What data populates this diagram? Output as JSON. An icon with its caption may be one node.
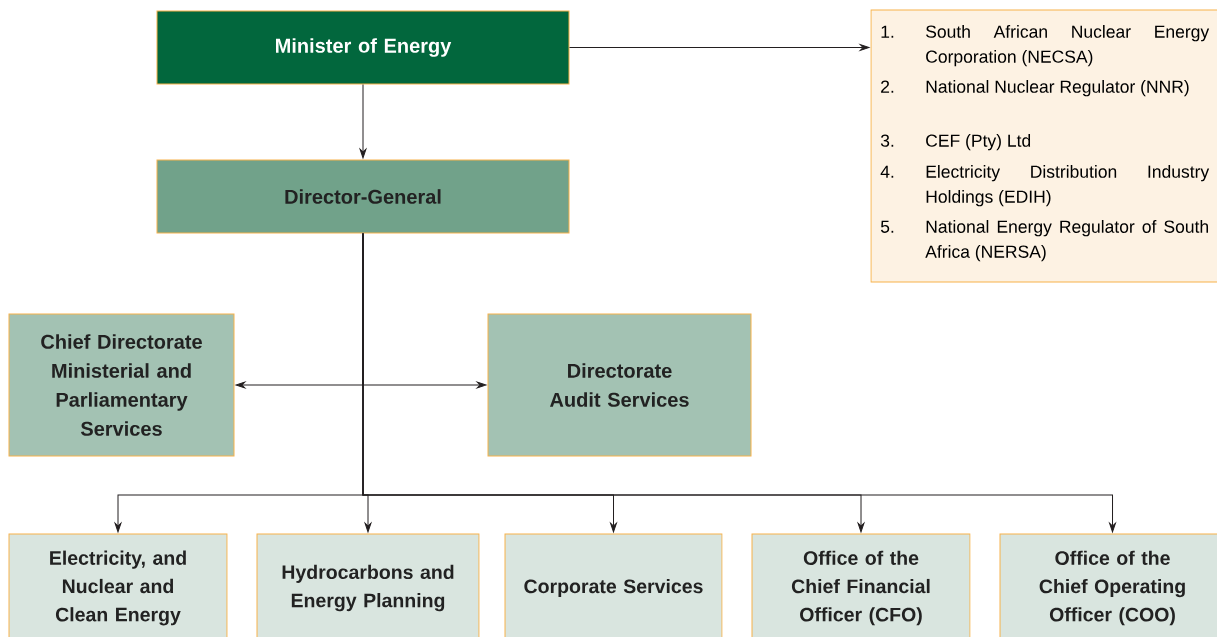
{
  "diagram": {
    "nodes": [
      {
        "text": [
          "Minister of Energy"
        ]
      },
      {
        "text": [
          "1.",
          "South African Nuclear Energy Corporation (NECSA)",
          "2.",
          "National Nuclear Regulator (NNR)",
          "3.",
          "CEF (Pty) Ltd",
          "4.",
          "Electricity Distribution Industry Holdings (EDIH)",
          "5.",
          "National Energy Regulator of South Africa (NERSA)"
        ]
      },
      {
        "text": [
          "Director-General"
        ]
      },
      {
        "text": [
          "Chief Directorate Ministerial and Parliamentary Services"
        ]
      },
      {
        "text": [
          "Directorate Audit Services"
        ]
      },
      {
        "text": [
          "Electricity, and Nuclear and Clean Energy"
        ]
      },
      {
        "text": [
          "Hydrocarbons and Energy Planning"
        ]
      },
      {
        "text": [
          "Corporate Services"
        ]
      },
      {
        "text": [
          "Office of the Chief Financial Officer (CFO)"
        ]
      },
      {
        "text": [
          "Office of the Chief Operating Officer (COO)"
        ]
      }
    ],
    "edges": [
      {
        "from": 0,
        "to": 1,
        "arrow": "to"
      },
      {
        "from": 0,
        "to": 2,
        "arrow": "to"
      },
      {
        "from": 2,
        "to": 3,
        "arrow": "to"
      },
      {
        "from": 2,
        "to": 4,
        "arrow": "to"
      },
      {
        "from": 2,
        "to": 5,
        "arrow": "to"
      },
      {
        "from": 2,
        "to": 6,
        "arrow": "to"
      },
      {
        "from": 2,
        "to": 7,
        "arrow": "to"
      },
      {
        "from": 2,
        "to": 8,
        "arrow": "to"
      },
      {
        "from": 2,
        "to": 9,
        "arrow": "to"
      }
    ]
  }
}
